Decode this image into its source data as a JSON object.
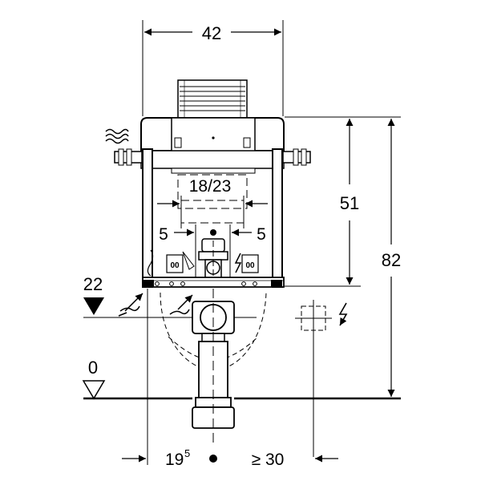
{
  "dimensions": {
    "top_width": "42",
    "frame_inner": "18/23",
    "offset_left": "5",
    "offset_right": "5",
    "height_upper": "51",
    "height_total": "82",
    "level_upper": "22",
    "level_floor": "0",
    "bottom_left_base": "19",
    "bottom_left_sup": "5",
    "bottom_right": "≥ 30"
  },
  "icons": {
    "water": "water-wave-icon",
    "electric": "lightning-icon",
    "level": "level-triangle-icon",
    "socket": "socket-box-icon"
  }
}
